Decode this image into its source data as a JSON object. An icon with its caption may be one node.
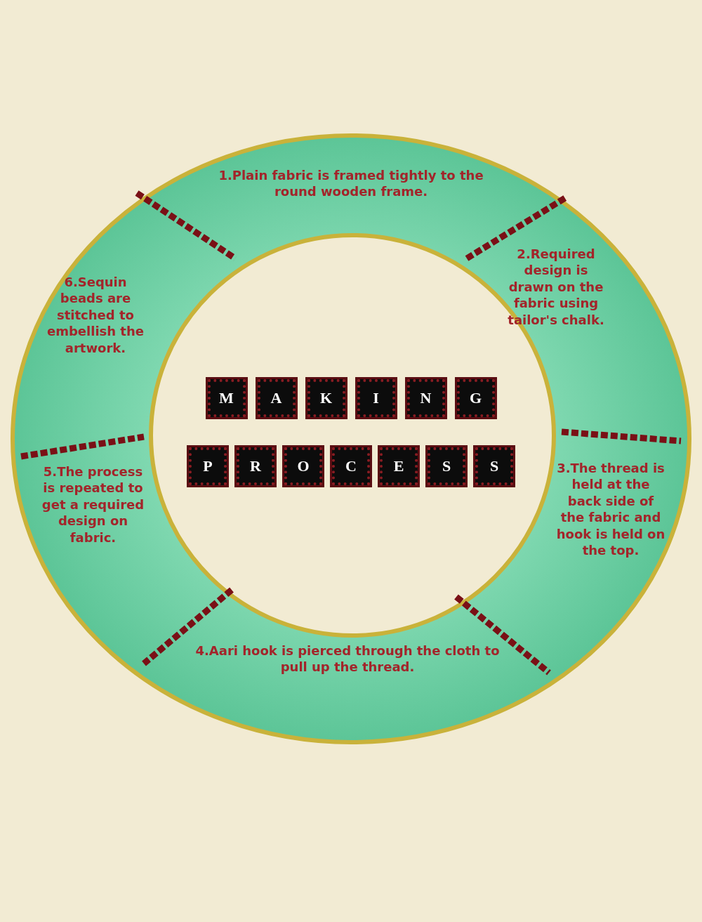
{
  "diagram": {
    "labels": [
      "M",
      "A",
      "K",
      "I",
      "N",
      "G",
      "P",
      "R",
      "O",
      "C",
      "E",
      "S",
      "S"
    ],
    "nodes": [
      {
        "text": [
          "1.Plain fabric is framed tightly to the round wooden frame."
        ]
      },
      {
        "text": [
          "2.Required design is drawn on the fabric using tailor's chalk."
        ]
      },
      {
        "text": [
          "3.The thread is held at the back side of the fabric and hook is held on the top."
        ]
      },
      {
        "text": [
          "4.Aari hook is pierced through the cloth to pull up the thread."
        ]
      },
      {
        "text": [
          "5.The process is repeated to get a required design on fabric."
        ]
      },
      {
        "text": [
          "6.Sequin beads are stitched to embellish the artwork."
        ]
      }
    ],
    "edges": []
  }
}
